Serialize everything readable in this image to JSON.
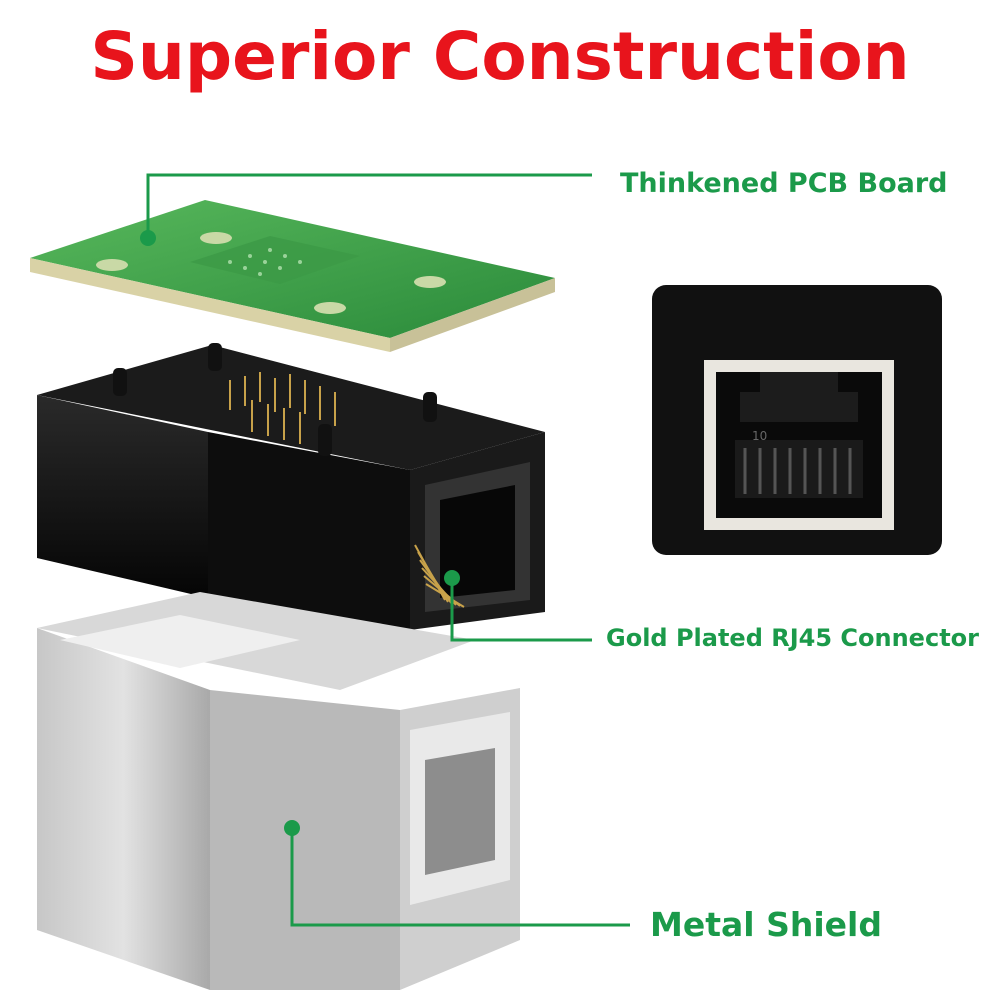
{
  "title": "Superior Construction",
  "callouts": {
    "pcb_board": "Thinkened PCB Board",
    "gold_connector": "Gold Plated RJ45 Connector",
    "metal_shield": "Metal Shield"
  },
  "colors": {
    "title": "#e8141c",
    "callout_text": "#1b9a4a",
    "callout_line": "#1b9a4a",
    "pcb": "#3aa24b",
    "housing": "#111111",
    "shield": "#9a9a9a",
    "gold": "#c8a24a"
  },
  "port_marking": "10"
}
